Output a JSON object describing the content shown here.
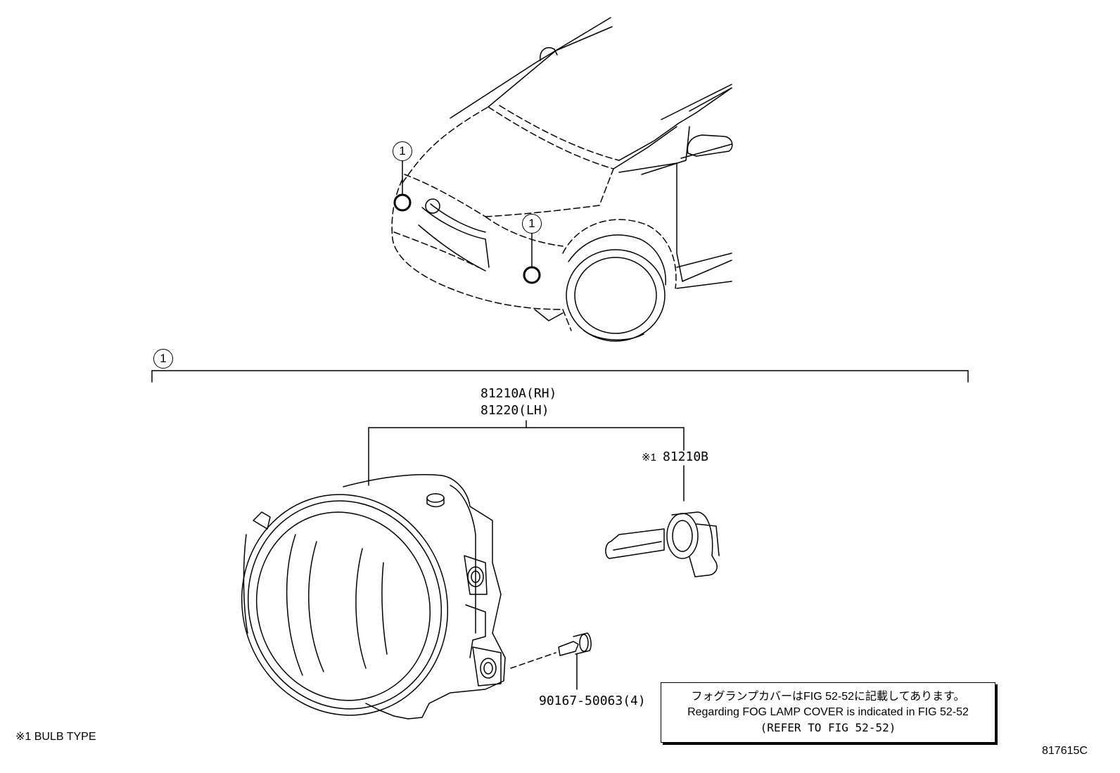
{
  "callouts": {
    "car_left": "1",
    "car_right": "1",
    "group": "1"
  },
  "parts": {
    "assembly_rh": "81210A(RH)",
    "assembly_lh": "81220(LH)",
    "bulb_mark": "※1",
    "bulb": "81210B",
    "screw": "90167-50063(4)"
  },
  "footnote": "※1 BULB TYPE",
  "note": {
    "line_jp": "フォグランプカバーはFIG 52-52に記載してあります。",
    "line_en": "Regarding FOG LAMP COVER is indicated in FIG 52-52",
    "line_ref": "(REFER TO FIG 52-52)"
  },
  "figure_id": "817615C"
}
